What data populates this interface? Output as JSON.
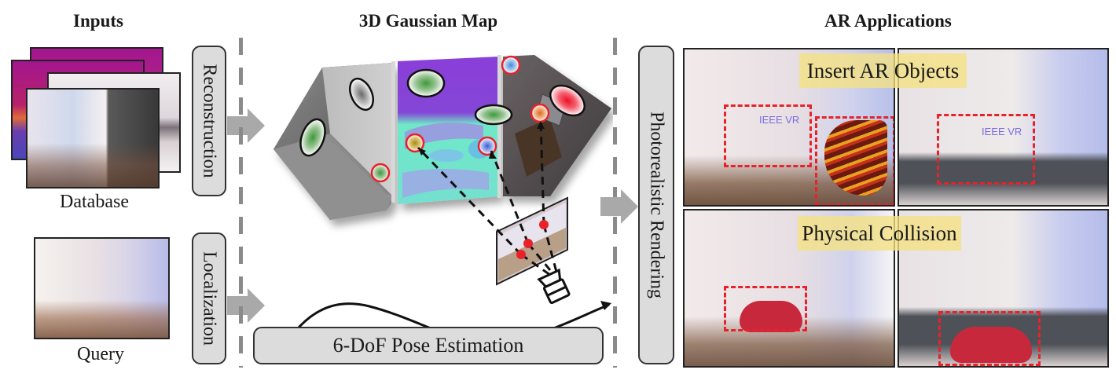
{
  "sections": {
    "inputs": {
      "title": "Inputs",
      "database_label": "Database",
      "query_label": "Query"
    },
    "map": {
      "title": "3D Gaussian Map"
    },
    "ar": {
      "title": "AR Applications",
      "insert_label": "Insert AR Objects",
      "collision_label": "Physical Collision",
      "watermark": "IEEE VR"
    }
  },
  "stages": {
    "reconstruction": "Reconstruction",
    "localization": "Localization",
    "rendering": "Photorealistic Rendering",
    "pose": "6-DoF Pose Estimation"
  },
  "icons": [
    "right-arrow-icon",
    "camera-icon",
    "trajectory-arrow-icon",
    "gaussian-ellipse-icon"
  ],
  "colors": {
    "arrow_gray": "#a9a9a9",
    "pill_fill": "#dcdcdc",
    "highlight_red": "#e8222a",
    "label_band": "#f3df85",
    "normal_purple": "#8a3fd8",
    "normal_cyan": "#6fe8c8"
  }
}
